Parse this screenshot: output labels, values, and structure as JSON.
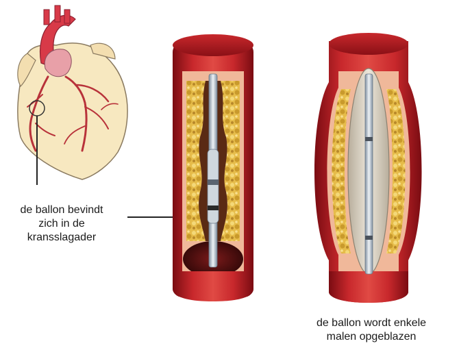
{
  "annotations": {
    "balloon_in_artery": [
      "de ballon bevindt",
      "zich in de",
      "kransslagader"
    ],
    "balloon_inflated": [
      "de ballon wordt enkele",
      "malen opgeblazen"
    ]
  },
  "colors": {
    "heart_fill": "#f7e8c0",
    "heart_outline": "#8a7a60",
    "aorta": "#d83a48",
    "coronary": "#b8323a",
    "vessel_wall": "#a8141c",
    "vessel_wall_light": "#d43a3a",
    "vessel_inner": "#f0b89a",
    "plaque": "#e8c050",
    "plaque_dark": "#6a3010",
    "lumen_dark": "#3a0a0a",
    "catheter": "#b8c4d0",
    "balloon": "#d8d0c0"
  },
  "icons": [
    "heart-illustration",
    "artery-balloon-deflated",
    "artery-balloon-inflated"
  ]
}
